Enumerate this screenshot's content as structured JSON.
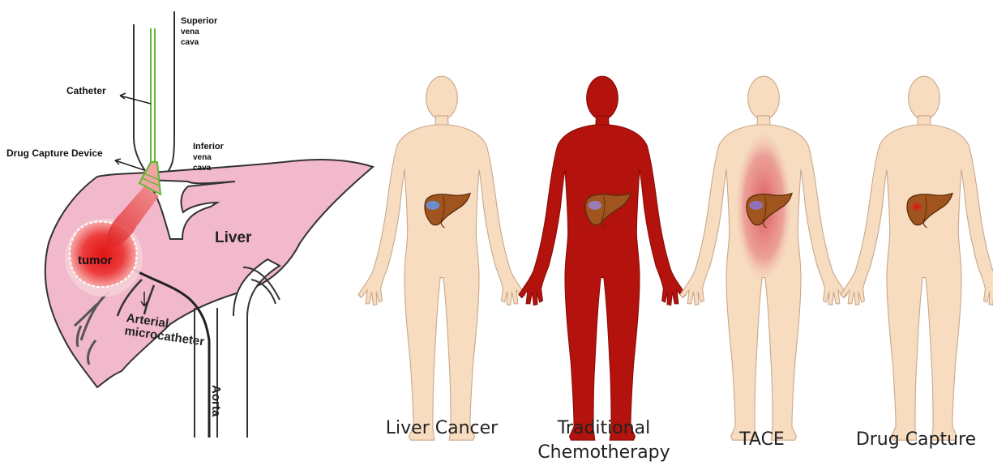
{
  "diagram": {
    "labels": {
      "superior_vena_cava": [
        "Superior",
        "vena",
        "cava"
      ],
      "catheter": "Catheter",
      "drug_capture_device": "Drug Capture Device",
      "inferior_vena_cava": [
        "Inferior",
        "vena",
        "cava"
      ],
      "liver": "Liver",
      "tumor": "tumor",
      "arterial_microcatheter": [
        "Arterial",
        "microcatheter"
      ],
      "aorta": "Aorta"
    }
  },
  "comparison": {
    "panels": [
      {
        "caption": "Liver Cancer",
        "body_color": "#f7dcc0",
        "state": "no-spread"
      },
      {
        "caption_lines": [
          "Traditional",
          "Chemotherapy"
        ],
        "body_color": "#b3120d",
        "state": "systemic"
      },
      {
        "caption": "TACE",
        "body_color": "#f7dcc0",
        "state": "regional"
      },
      {
        "caption": "Drug Capture",
        "body_color": "#f7dcc0",
        "state": "targeted"
      }
    ]
  },
  "colors": {
    "liver_fill": "#f2b8cc",
    "tumor": "#e62020",
    "catheter_green": "#5fb832",
    "skin": "#f7dcc0",
    "chemo_red": "#b3120d"
  }
}
